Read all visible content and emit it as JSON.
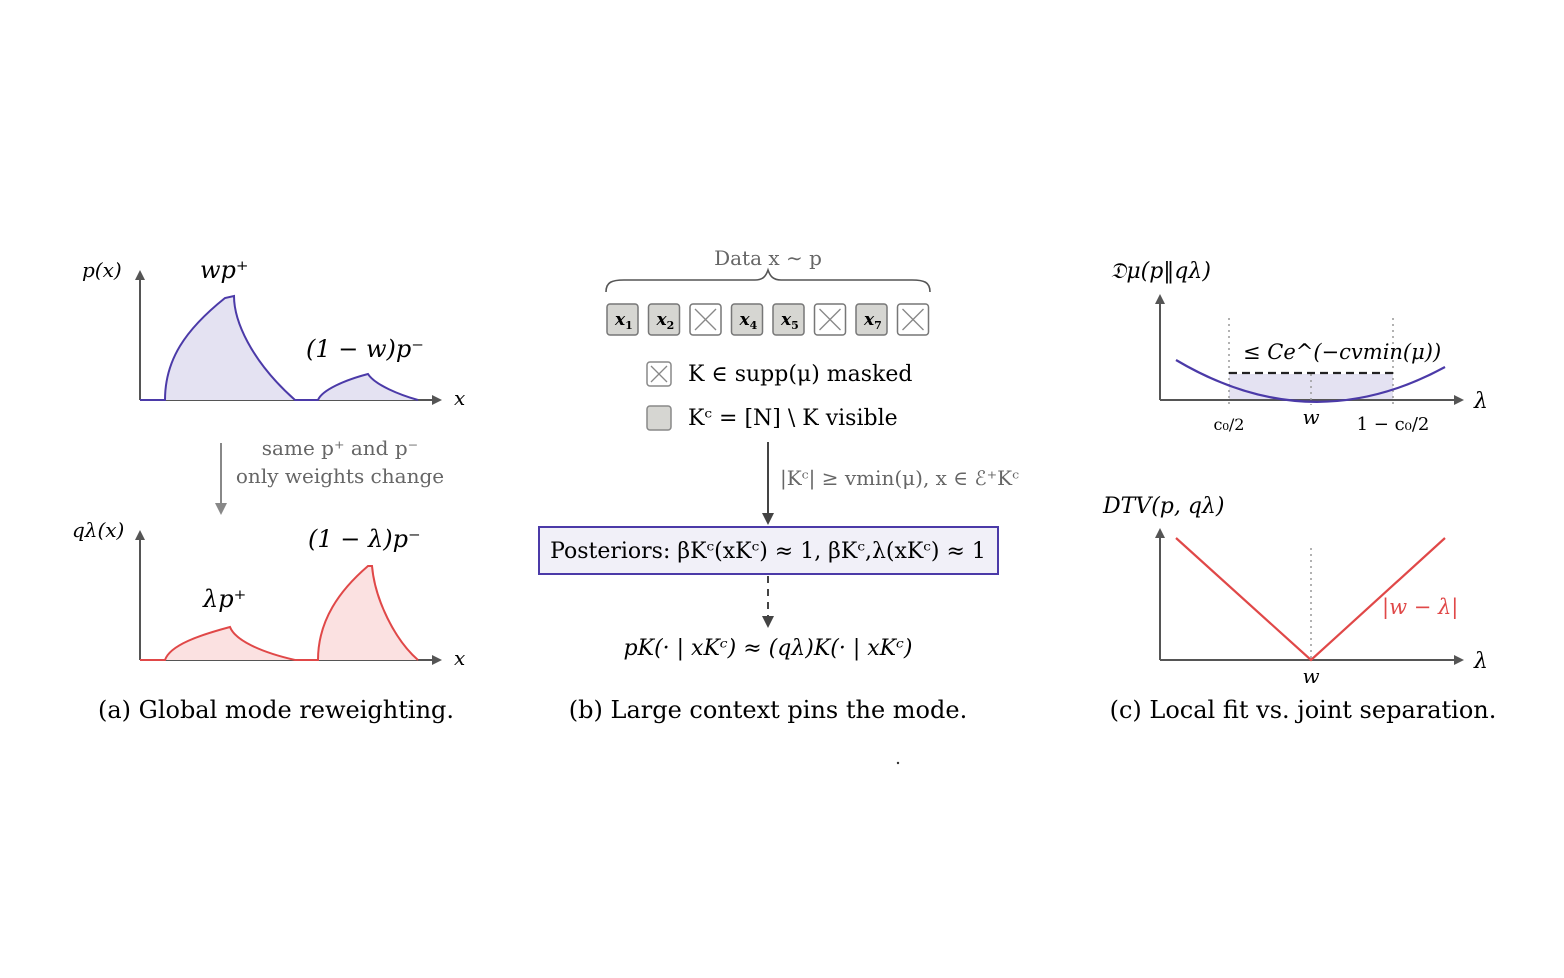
{
  "colors": {
    "axis": "#555555",
    "purple": "#4b3aa8",
    "purple_fill": "#e4e2f2",
    "red": "#e04848",
    "red_fill": "#fbe1e1",
    "box_fill": "#f1f0f8",
    "token_fill": "#d6d6d2",
    "gray_text": "#666666"
  },
  "panel_a": {
    "top_ylabel": "p(x)",
    "top_xlabel": "x",
    "top_mode1_label": "wp⁺",
    "top_mode2_label": "(1 − w)p⁻",
    "arrow_line1": "same p⁺ and p⁻",
    "arrow_line2": "only weights change",
    "bottom_ylabel": "qλ(x)",
    "bottom_xlabel": "x",
    "bottom_mode1_label": "λp⁺",
    "bottom_mode2_label": "(1 − λ)p⁻",
    "caption": "(a) Global mode reweighting."
  },
  "panel_b": {
    "data_label": "Data x ∼ p",
    "tokens": [
      {
        "label": "x",
        "sub": "1",
        "masked": false
      },
      {
        "label": "x",
        "sub": "2",
        "masked": false
      },
      {
        "label": "",
        "sub": "",
        "masked": true
      },
      {
        "label": "x",
        "sub": "4",
        "masked": false
      },
      {
        "label": "x",
        "sub": "5",
        "masked": false
      },
      {
        "label": "",
        "sub": "",
        "masked": true
      },
      {
        "label": "x",
        "sub": "7",
        "masked": false
      },
      {
        "label": "",
        "sub": "",
        "masked": true
      }
    ],
    "legend_masked": "K ∈ supp(μ) masked",
    "legend_visible": "Kᶜ = [N] \\ K visible",
    "condition": "|Kᶜ| ≥ vmin(μ), x ∈ ℰ⁺Kᶜ",
    "posteriors": "Posteriors: βKᶜ(xKᶜ) ≈ 1, βKᶜ,λ(xKᶜ) ≈ 1",
    "result": "pK(· | xKᶜ) ≈ (qλ)K(· | xKᶜ)",
    "caption": "(b) Large context pins the mode."
  },
  "panel_c": {
    "top_ylabel": "𝔇μ(p‖qλ)",
    "top_bound": "≤ Ce^(−cvmin(μ))",
    "top_xlabel": "λ",
    "top_ticks": [
      "c₀/2",
      "w",
      "1 − c₀/2"
    ],
    "bottom_ylabel": "DTV(p, qλ)",
    "bottom_curve_label": "|w − λ|",
    "bottom_xlabel": "λ",
    "bottom_tick": "w",
    "caption": "(c) Local fit vs. joint separation."
  }
}
